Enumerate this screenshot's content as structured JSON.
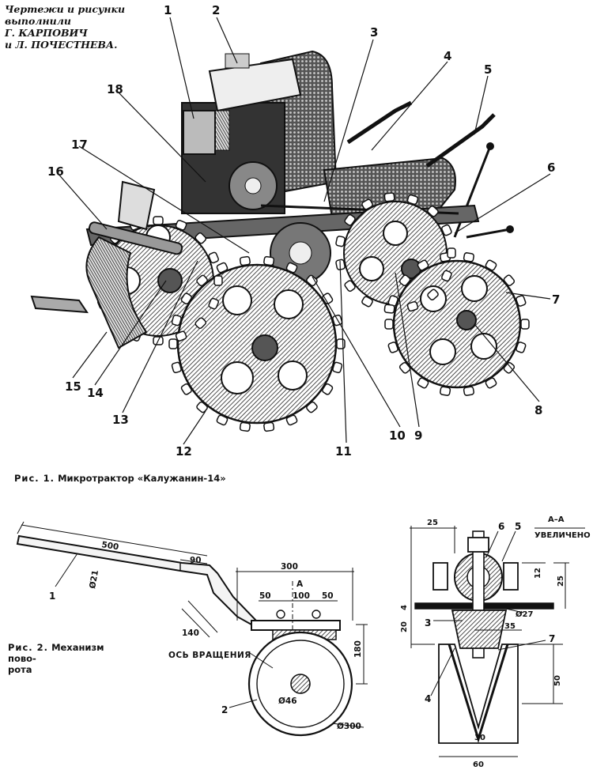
{
  "credit": {
    "line1": "Чертежи и рисунки",
    "line2": "выполнили",
    "line3": "Г. КАРПОВИЧ",
    "line4": "и Л. ПОЧЕСТНЕВА."
  },
  "fig1": {
    "caption_prefix": "Рис. 1.",
    "caption_text": "Микротрактор «Калужанин-14»",
    "callouts": [
      "1",
      "2",
      "3",
      "4",
      "5",
      "6",
      "7",
      "8",
      "9",
      "10",
      "11",
      "12",
      "13",
      "14",
      "15",
      "16",
      "17",
      "18"
    ]
  },
  "fig2": {
    "caption_prefix": "Рис. 2.",
    "caption_text": "Механизм пово-",
    "caption_text2": "рота",
    "handle": {
      "len_total": "500",
      "len_end": "90",
      "diameter": "Ø21",
      "bend": "140",
      "part1": "1"
    },
    "bracket": {
      "width": "300",
      "left": "50",
      "mid": "100",
      "right": "50",
      "height": "180",
      "axis_label": "ОСЬ ВРАЩЕНИЯ",
      "hub": "Ø46",
      "wheel": "Ø300",
      "part2": "2",
      "section": "А"
    },
    "section": {
      "title": "А–А",
      "subtitle": "УВЕЛИЧЕНО",
      "dim25_top": "25",
      "dim12": "12",
      "dim25_right": "25",
      "dim4": "4",
      "dim20": "20",
      "dim_d27": "Ø27",
      "dim35": "35",
      "dim50": "50",
      "dim30": "30",
      "dim60": "60",
      "p3": "3",
      "p4": "4",
      "p5": "5",
      "p6": "6",
      "p7": "7"
    }
  }
}
